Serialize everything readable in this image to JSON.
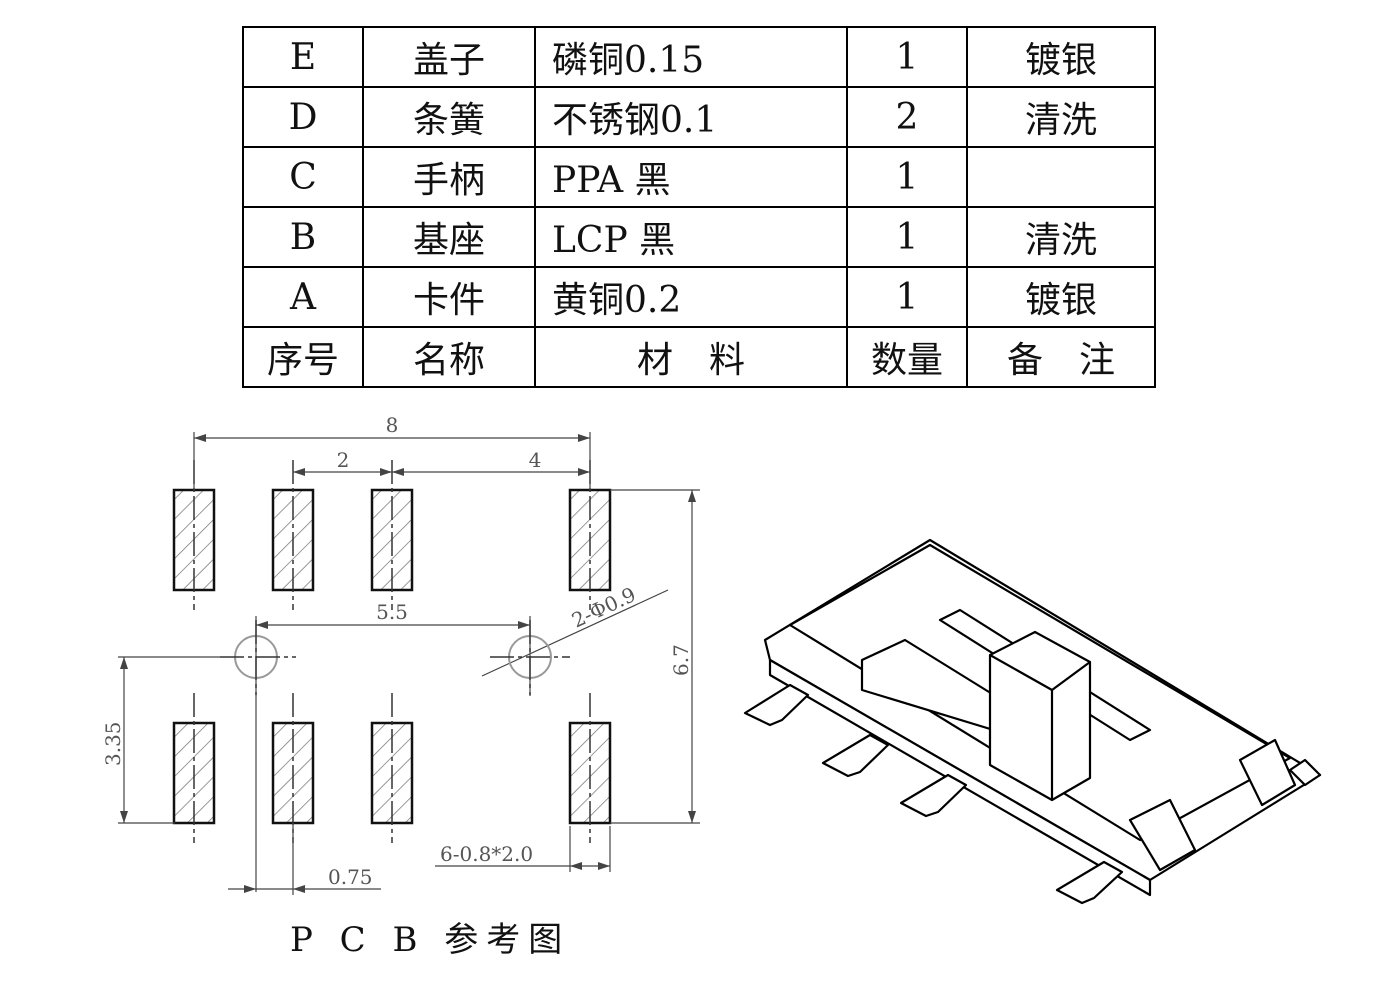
{
  "bom_table": {
    "rows": [
      {
        "id": "E",
        "name": "盖子",
        "material": "磷铜0.15",
        "qty": "1",
        "note": "镀银"
      },
      {
        "id": "D",
        "name": "条簧",
        "material": "不锈钢0.1",
        "qty": "2",
        "note": "清洗"
      },
      {
        "id": "C",
        "name": "手柄",
        "material": "PPA 黑",
        "qty": "1",
        "note": ""
      },
      {
        "id": "B",
        "name": "基座",
        "material": "LCP 黑",
        "qty": "1",
        "note": "清洗"
      },
      {
        "id": "A",
        "name": "卡件",
        "material": "黄铜0.2",
        "qty": "1",
        "note": "镀银"
      }
    ],
    "header": {
      "id": "序号",
      "name": "名称",
      "material": "材　料",
      "qty": "数量",
      "note": "备　注"
    }
  },
  "pcb_drawing": {
    "title": "P C B 参考图",
    "dims": {
      "overall_width": "8",
      "pitch": "2",
      "gap": "4",
      "hole_spacing": "5.5",
      "hole_spec": "2-Φ0.9",
      "overall_height": "6.7",
      "hole_offset_y": "3.35",
      "hole_offset_x": "0.75",
      "pad_spec": "6-0.8*2.0"
    }
  },
  "iso_view": {
    "label": "slide-switch-isometric"
  }
}
